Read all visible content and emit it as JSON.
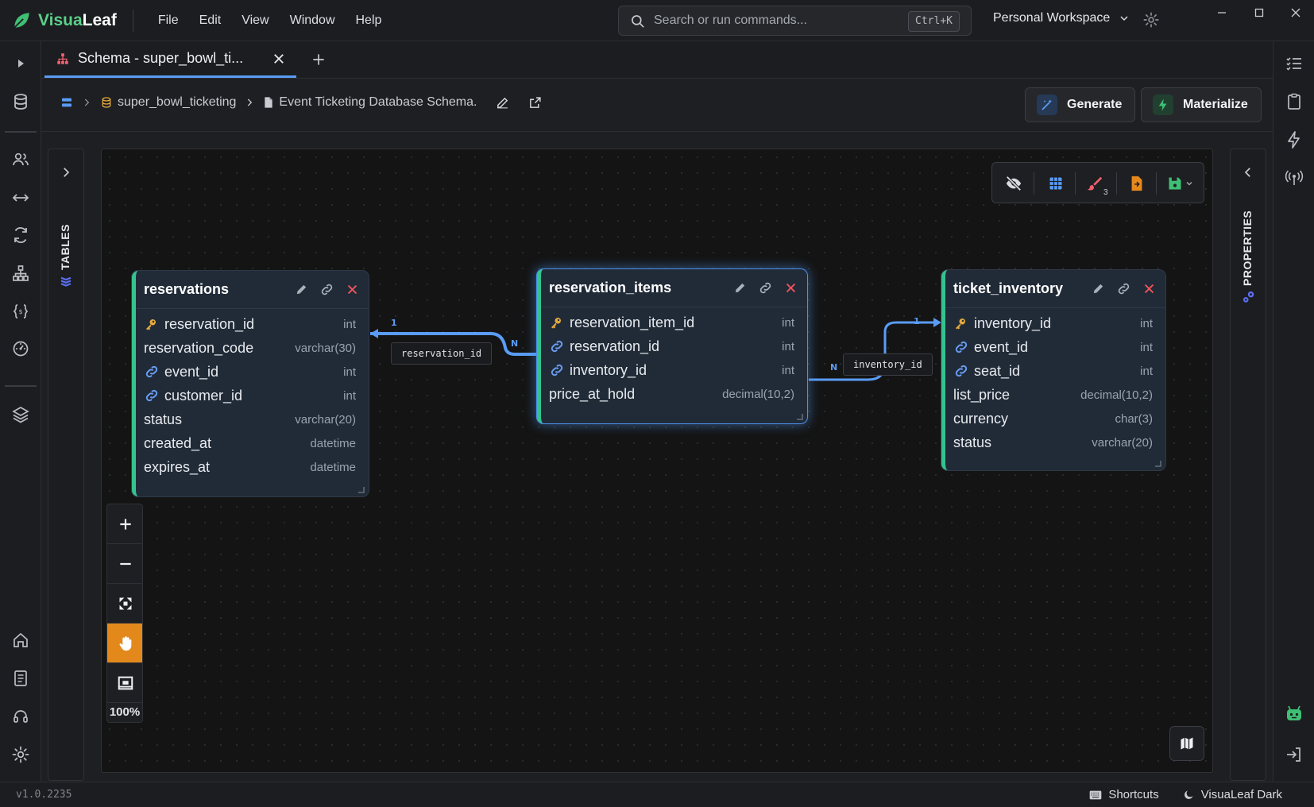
{
  "app": {
    "name_prefix": "Visua",
    "name_suffix": "Leaf",
    "version": "v1.0.2235"
  },
  "menu": [
    "File",
    "Edit",
    "View",
    "Window",
    "Help"
  ],
  "search": {
    "placeholder": "Search or run commands...",
    "shortcut": "Ctrl+K"
  },
  "workspace": {
    "label": "Personal Workspace"
  },
  "tabs": [
    {
      "label": "Schema - super_bowl_ti...",
      "active": true
    }
  ],
  "breadcrumb": {
    "database": "super_bowl_ticketing",
    "document": "Event Ticketing Database Schema."
  },
  "actions": {
    "generate": "Generate",
    "materialize": "Materialize"
  },
  "panels": {
    "tables": "TABLES",
    "properties": "PROPERTIES"
  },
  "toolbar": {
    "brush_count": "3"
  },
  "zoom": {
    "level": "100%"
  },
  "tables": [
    {
      "name": "reservations",
      "columns": [
        {
          "name": "reservation_id",
          "type": "int",
          "kind": "pk"
        },
        {
          "name": "reservation_code",
          "type": "varchar(30)",
          "kind": ""
        },
        {
          "name": "event_id",
          "type": "int",
          "kind": "fk"
        },
        {
          "name": "customer_id",
          "type": "int",
          "kind": "fk"
        },
        {
          "name": "status",
          "type": "varchar(20)",
          "kind": ""
        },
        {
          "name": "created_at",
          "type": "datetime",
          "kind": ""
        },
        {
          "name": "expires_at",
          "type": "datetime",
          "kind": ""
        }
      ]
    },
    {
      "name": "reservation_items",
      "selected": true,
      "columns": [
        {
          "name": "reservation_item_id",
          "type": "int",
          "kind": "pk"
        },
        {
          "name": "reservation_id",
          "type": "int",
          "kind": "fk"
        },
        {
          "name": "inventory_id",
          "type": "int",
          "kind": "fk"
        },
        {
          "name": "price_at_hold",
          "type": "decimal(10,2)",
          "kind": ""
        }
      ]
    },
    {
      "name": "ticket_inventory",
      "columns": [
        {
          "name": "inventory_id",
          "type": "int",
          "kind": "pk"
        },
        {
          "name": "event_id",
          "type": "int",
          "kind": "fk"
        },
        {
          "name": "seat_id",
          "type": "int",
          "kind": "fk"
        },
        {
          "name": "list_price",
          "type": "decimal(10,2)",
          "kind": ""
        },
        {
          "name": "currency",
          "type": "char(3)",
          "kind": ""
        },
        {
          "name": "status",
          "type": "varchar(20)",
          "kind": ""
        }
      ]
    }
  ],
  "relations": [
    {
      "label": "reservation_id",
      "one": "1",
      "many": "N"
    },
    {
      "label": "inventory_id",
      "one": "1",
      "many": "N"
    }
  ],
  "status": {
    "shortcuts": "Shortcuts",
    "theme": "VisuaLeaf Dark"
  },
  "colors": {
    "accent": "#5a9cf5",
    "table_border": "#34c38f",
    "hand_tool": "#e3891c",
    "delete": "#f0545a",
    "key": "#e6a93c"
  }
}
